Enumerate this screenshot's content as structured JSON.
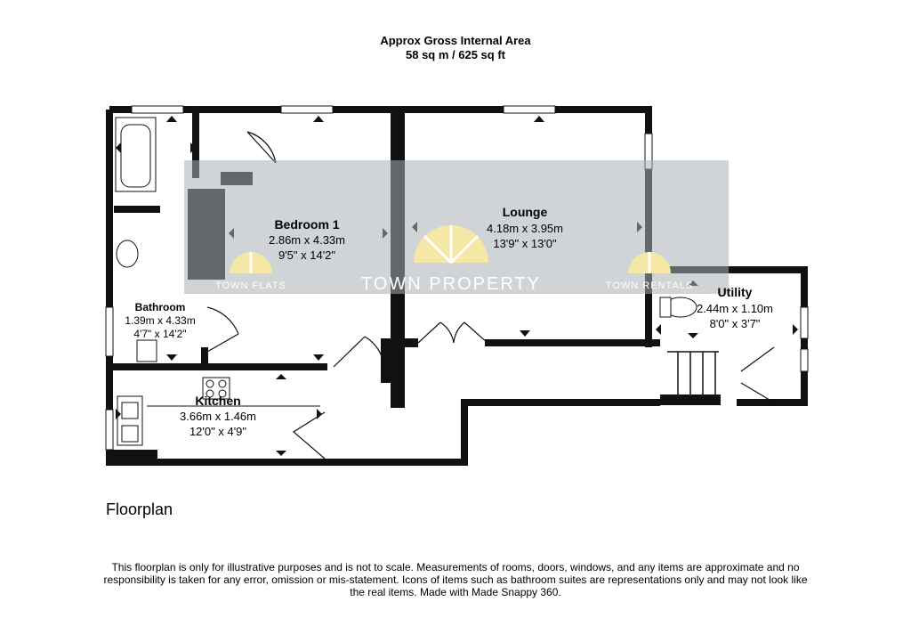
{
  "header": {
    "title": "Approx Gross Internal Area",
    "area": "58 sq m / 625 sq ft"
  },
  "rooms": {
    "bedroom": {
      "name": "Bedroom 1",
      "metric": "2.86m x 4.33m",
      "imperial": "9'5\" x 14'2\""
    },
    "lounge": {
      "name": "Lounge",
      "metric": "4.18m x 3.95m",
      "imperial": "13'9\" x 13'0\""
    },
    "utility": {
      "name": "Utility",
      "metric": "2.44m x 1.10m",
      "imperial": "8'0\" x 3'7\""
    },
    "bathroom": {
      "name": "Bathroom",
      "metric": "1.39m x 4.33m",
      "imperial": "4'7\" x 14'2\""
    },
    "kitchen": {
      "name": "Kitchen",
      "metric": "3.66m x 1.46m",
      "imperial": "12'0\" x 4'9\""
    }
  },
  "watermark": {
    "main": "TOWN PROPERTY",
    "left": "TOWN FLATS",
    "right": "TOWN RENTALS"
  },
  "floor_label": "Floorplan",
  "disclaimer": "This floorplan is only for illustrative purposes and is not to scale. Measurements of rooms, doors, windows, and any items are approximate and no responsibility is taken for any error, omission or mis-statement. Icons of items such as bathroom suites are representations only and may not look like the real items. Made with Made Snappy 360.",
  "colors": {
    "wall": "#111111",
    "watermark_band": "#a9b0b6",
    "watermark_sun": "#f5e7a6"
  }
}
